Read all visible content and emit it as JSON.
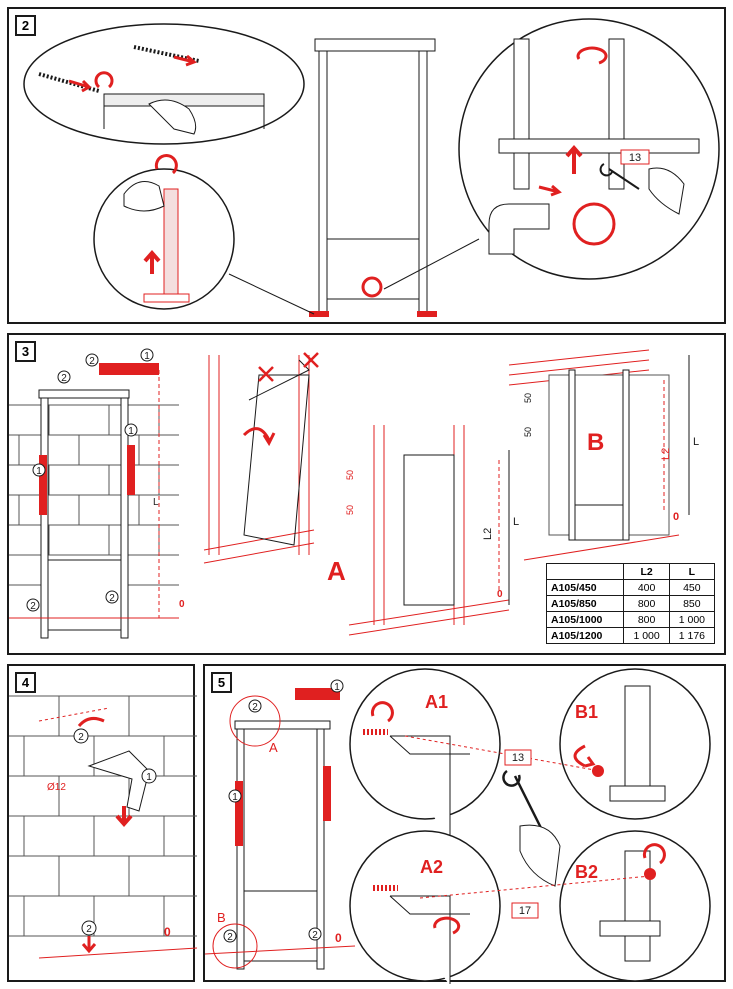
{
  "colors": {
    "accent": "#e02020",
    "line": "#1a1a1a",
    "wall": "#555555"
  },
  "steps": [
    "2",
    "3",
    "4",
    "5"
  ],
  "callouts": {
    "wrench_13": "13",
    "wrench_17": "17",
    "num_1": "1",
    "num_2": "2",
    "floor_zero": "0",
    "dim_50": "50",
    "drill_diameter": "Ø12",
    "variant_a": "A",
    "variant_b": "B",
    "dim_L": "L",
    "dim_L2": "L2",
    "detail_a": "A",
    "detail_b": "B",
    "detail_a1": "A1",
    "detail_a2": "A2",
    "detail_b1": "B1",
    "detail_b2": "B2"
  },
  "dimension_table": {
    "headers": [
      "",
      "L2",
      "L"
    ],
    "rows": [
      [
        "A105/450",
        "400",
        "450"
      ],
      [
        "A105/850",
        "800",
        "850"
      ],
      [
        "A105/1000",
        "800",
        "1 000"
      ],
      [
        "A105/1200",
        "1 000",
        "1 176"
      ]
    ]
  },
  "icons": [
    "rotate-arrow-icon",
    "push-arrow-icon",
    "hand-icon",
    "wrench-icon",
    "drill-icon",
    "cross-mark-icon",
    "bolt-icon",
    "pipe-icon"
  ]
}
